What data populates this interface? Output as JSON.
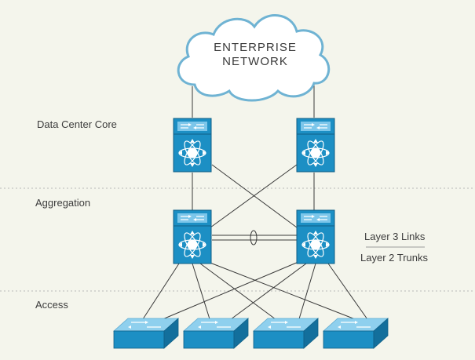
{
  "cloud": {
    "line1": "ENTERPRISE",
    "line2": "NETWORK"
  },
  "layers": {
    "core": "Data Center Core",
    "aggregation": "Aggregation",
    "access": "Access"
  },
  "legend": {
    "l3": "Layer 3 Links",
    "l2": "Layer 2 Trunks"
  },
  "colors": {
    "background": "#f4f5ec",
    "device_front": "#1c8fc4",
    "device_top": "#8fd0ee",
    "device_side": "#136f9c",
    "cloud_fill": "#ffffff",
    "cloud_stroke": "#6fb3d3",
    "link": "#3a3a3a",
    "divider": "#b9b9b9"
  }
}
